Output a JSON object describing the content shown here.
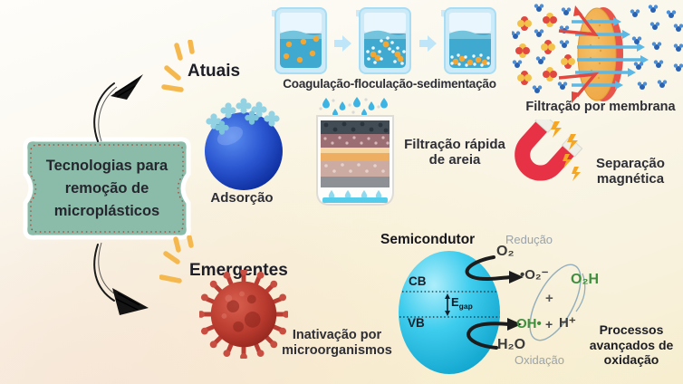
{
  "title_box": {
    "line1": "Tecnologias para",
    "line2": "remoção de",
    "line3": "microplásticos"
  },
  "branches": {
    "current": "Atuais",
    "emerging": "Emergentes"
  },
  "methods": {
    "adsorption": "Adsorção",
    "coagulation": "Coagulação-floculação-sedimentação",
    "sand_filtration": {
      "line1": "Filtração rápida",
      "line2": "de areia"
    },
    "membrane": "Filtração por membrana",
    "magnetic": {
      "line1": "Separação",
      "line2": "magnética"
    },
    "microorganisms": {
      "line1": "Inativação por",
      "line2": "microorganismos"
    }
  },
  "photocatalysis": {
    "title": "Semicondutor",
    "conduction_band": "CB",
    "valence_band": "VB",
    "egap_symbol": "E",
    "egap_sub": "gap",
    "oxygen": "O₂",
    "superoxide": "•O₂⁻",
    "hydroperoxyl": "O₂H",
    "plus_center": "+",
    "hydroxyl": "OH•",
    "plus_small": "+",
    "proton": "H⁺",
    "water": "H₂O",
    "reduction_label": "Redução",
    "oxidation_label": "Oxidação",
    "aop_line1": "Processos",
    "aop_line2": "avançados de",
    "aop_line3": "oxidação"
  },
  "icons": {
    "hand-arrow-up-icon": "sketchy curved arrow",
    "hand-arrow-down-icon": "sketchy curved arrow",
    "sparkle-rays-icon": "yellow burst strokes",
    "adsorption-sphere-icon": "blue sphere with particles",
    "beaker-icon": "beaker with water and flocs",
    "flow-arrow-icon": "light blue right arrow",
    "sand-filter-icon": "layered filter column",
    "membrane-icon": "membrane disc with particle streams",
    "magnet-icon": "red horseshoe magnet",
    "virus-icon": "red microorganism sphere",
    "semiconductor-sphere-icon": "cyan photocatalyst sphere"
  },
  "colors": {
    "box_teal": "#8abca9",
    "box_dots": "#a65649",
    "ray_yellow": "#f5b84f",
    "water_blue": "#3fa9cf",
    "particle_orange": "#f5a733",
    "adsorb_blue": "#1d44c0",
    "membrane_yellow": "#f2b254",
    "membrane_red": "#e8554a",
    "magnet_red": "#e63244",
    "virus_red": "#b5342c",
    "semiconductor_cyan": "#2cc2e8",
    "radical_green": "#3f8f3f",
    "muted_gray": "#9ba3a8",
    "text_dark": "#2e2e36"
  }
}
